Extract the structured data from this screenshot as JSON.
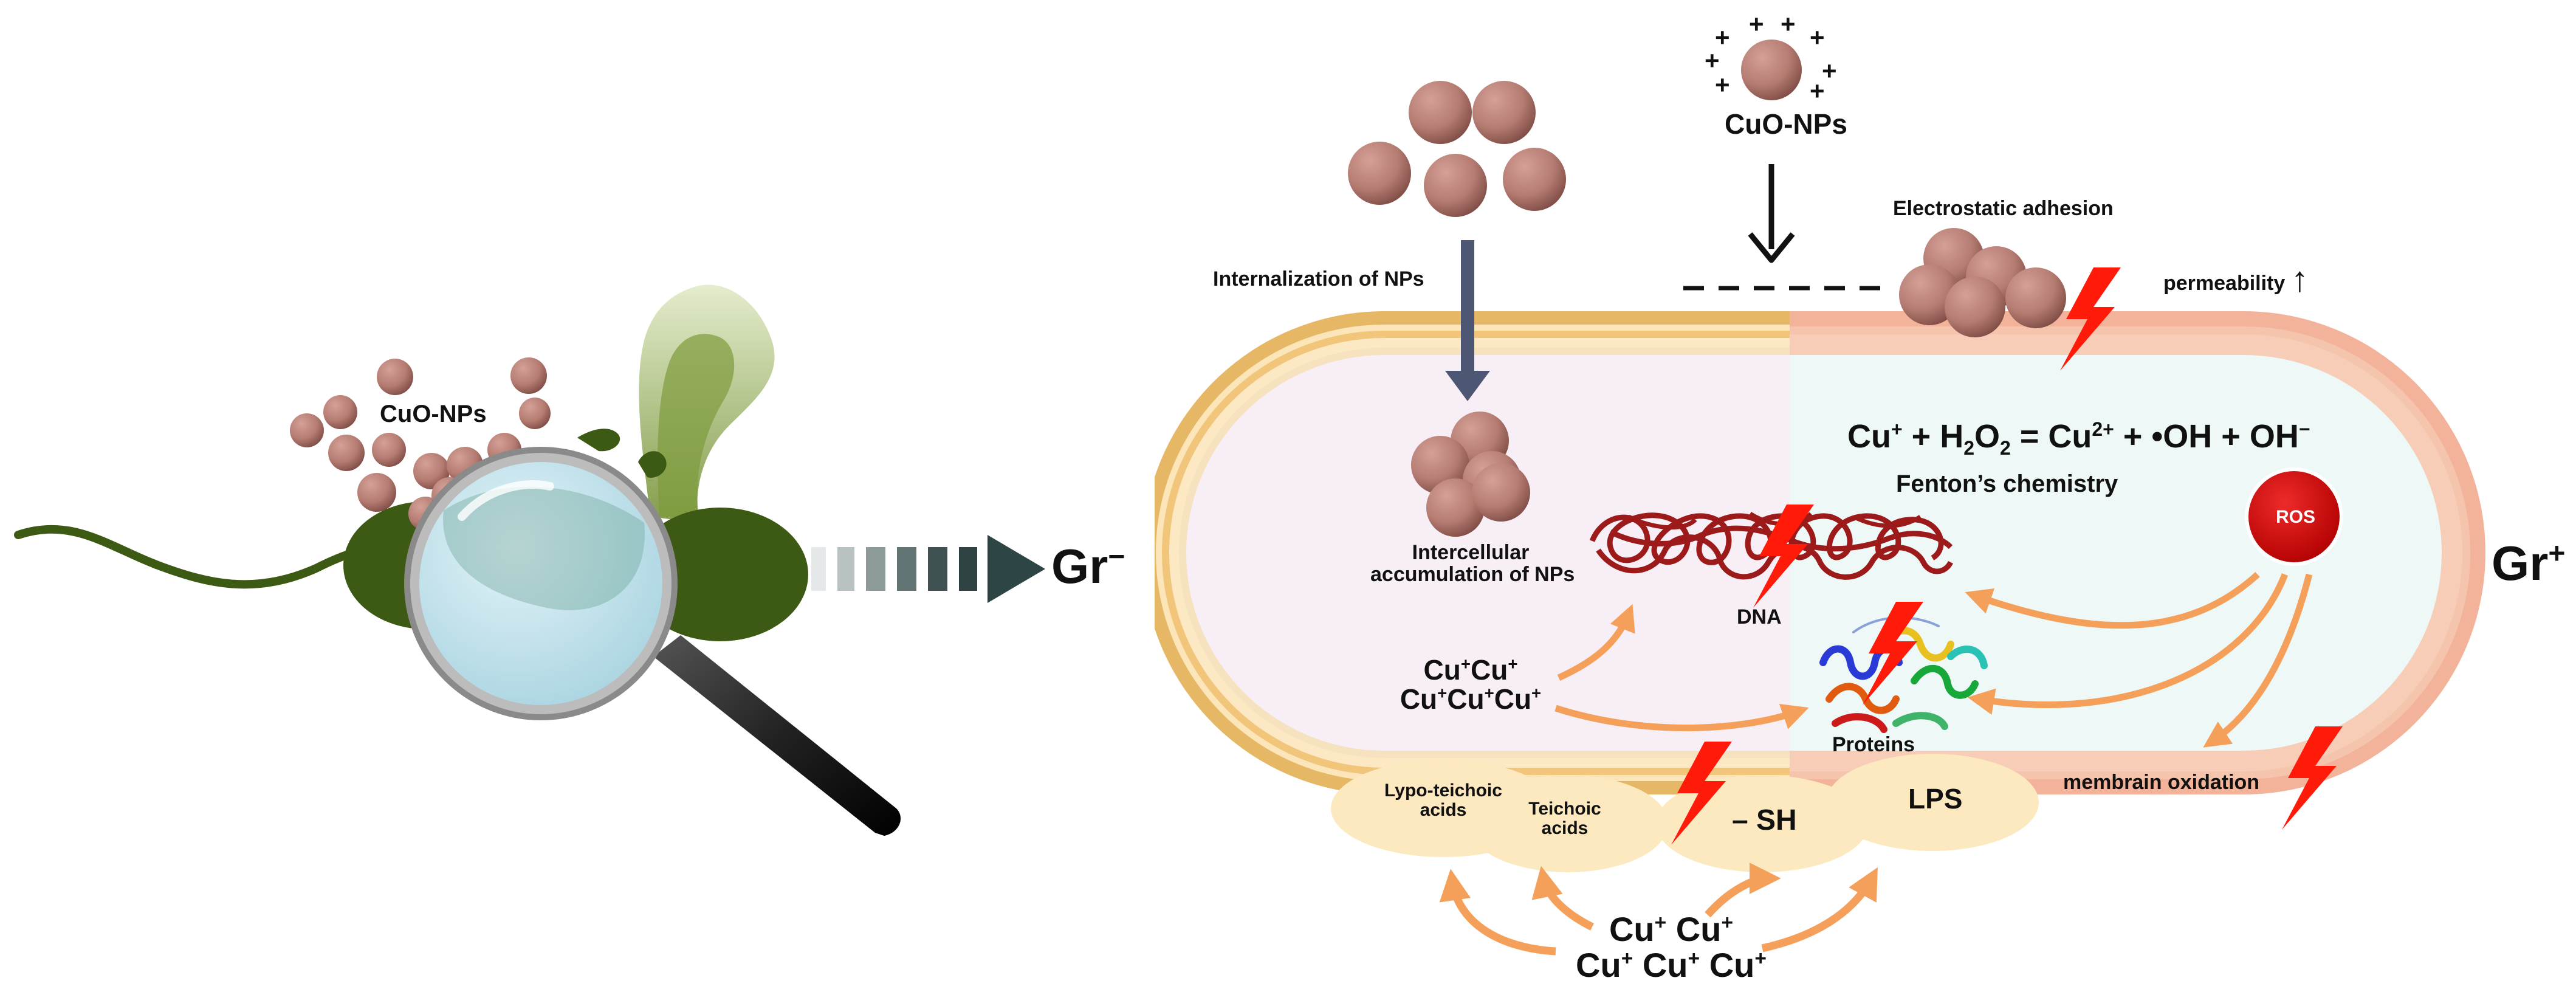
{
  "labels": {
    "left_nps": "CuO-NPs",
    "top_nps": "CuO-NPs",
    "gr_neg": "Gr",
    "gr_neg_sup": "−",
    "gr_pos": "Gr",
    "gr_pos_sup": "+",
    "internalization": "Internalization of NPs",
    "accumulation_line1": "Intercellular",
    "accumulation_line2": "accumulation of NPs",
    "electrostatic": "Electrostatic adhesion",
    "permeability": "permeability",
    "permeability_arrow": "↑",
    "fenton_title": "Fenton’s chemistry",
    "ros": "ROS",
    "dna": "DNA",
    "proteins": "Proteins",
    "membrane_oxidation": "membrain oxidation",
    "lipo_line1": "Lypo-teichoic",
    "lipo_line2": "acids",
    "teichoic_line1": "Teichoic",
    "teichoic_line2": "acids",
    "sh": "– SH",
    "lps": "LPS"
  },
  "equation": {
    "p1": "Cu",
    "p1_sup": "+",
    "p2": " + H",
    "p2_sub": "2",
    "p3": "O",
    "p3_sub": "2",
    "p4": " = Cu",
    "p4_sup": "2+",
    "p5": " + •OH + OH",
    "p5_sup": "−"
  },
  "ions": {
    "base": "Cu",
    "charge": "+"
  },
  "charges": {
    "surface": "+"
  },
  "colors": {
    "nanoparticle": "#b57c72",
    "outer_membrane_neg": "#e6b866",
    "outer_membrane_pos": "#f2b39a",
    "cytoplasm_neg": "#f7eef6",
    "cytoplasm_pos": "#eef9f7",
    "dna": "#9c1a1a",
    "ros": "#cc0000",
    "arrow_orange": "#f5a05a",
    "lightning": "#ff1a0a",
    "bacterium": "#3d5a14",
    "puff": "#8aaa4a",
    "surface_blob": "#fde9c0"
  }
}
